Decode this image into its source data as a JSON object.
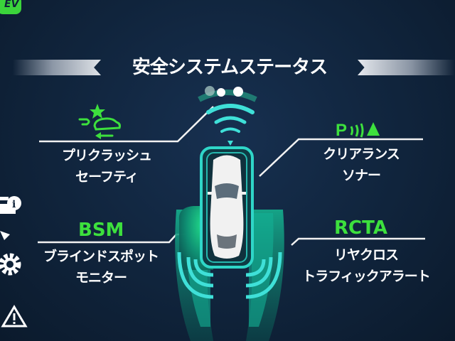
{
  "header": {
    "title": "安全システムステータス",
    "mode_badge": "EV"
  },
  "features": [
    {
      "id": "pcs",
      "icon": "pre-collision-icon",
      "line1": "プリクラッシュ",
      "line2": "セーフティ"
    },
    {
      "id": "clearance",
      "icon": "parking-sonar-icon",
      "indicator": "P",
      "line1": "クリアランス",
      "line2": "ソナー"
    },
    {
      "id": "bsm",
      "indicator": "BSM",
      "line1": "ブラインドスポット",
      "line2": "モニター"
    },
    {
      "id": "rcta",
      "indicator": "RCTA",
      "line1": "リヤクロス",
      "line2": "トラフィックアラート"
    }
  ],
  "sidebar": {
    "icons": [
      "vehicle-info-icon",
      "settings-gear-icon",
      "warning-icon"
    ]
  },
  "colors": {
    "background": "#0f2238",
    "status_green": "#3de03d",
    "sensor_cyan": "#3fe0d8",
    "text": "#ffffff"
  }
}
